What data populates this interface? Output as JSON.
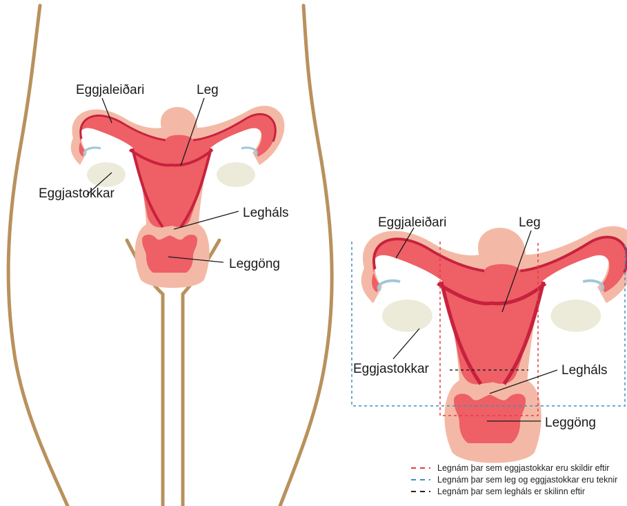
{
  "colors": {
    "body_outline": "#b9915c",
    "tissue": "#f4b9a6",
    "uterus": "#ee5f66",
    "uterus_dark": "#c7223d",
    "ovary": "#ecebd9",
    "ligament": "#9fc7d6",
    "red_dash": "#e63b43",
    "blue_dash": "#3d8fc4",
    "black_dash": "#222222"
  },
  "diagram_left": {
    "labels": {
      "tube": "Eggjaleiðari",
      "uterus": "Leg",
      "ovary": "Eggjastokkar",
      "cervix": "Legháls",
      "vagina": "Leggöng"
    }
  },
  "diagram_right": {
    "labels": {
      "tube": "Eggjaleiðari",
      "uterus": "Leg",
      "ovary": "Eggjastokkar",
      "cervix": "Legháls",
      "vagina": "Leggöng"
    }
  },
  "legend": [
    {
      "line_color": "red_dash",
      "text": "Legnám þar sem eggjastokkar eru skildir eftir"
    },
    {
      "line_color": "blue_dash",
      "text": "Legnám þar sem leg og eggjastokkar eru teknir"
    },
    {
      "line_color": "black_dash",
      "text": "Legnám þar sem legháls er skilinn eftir"
    }
  ]
}
